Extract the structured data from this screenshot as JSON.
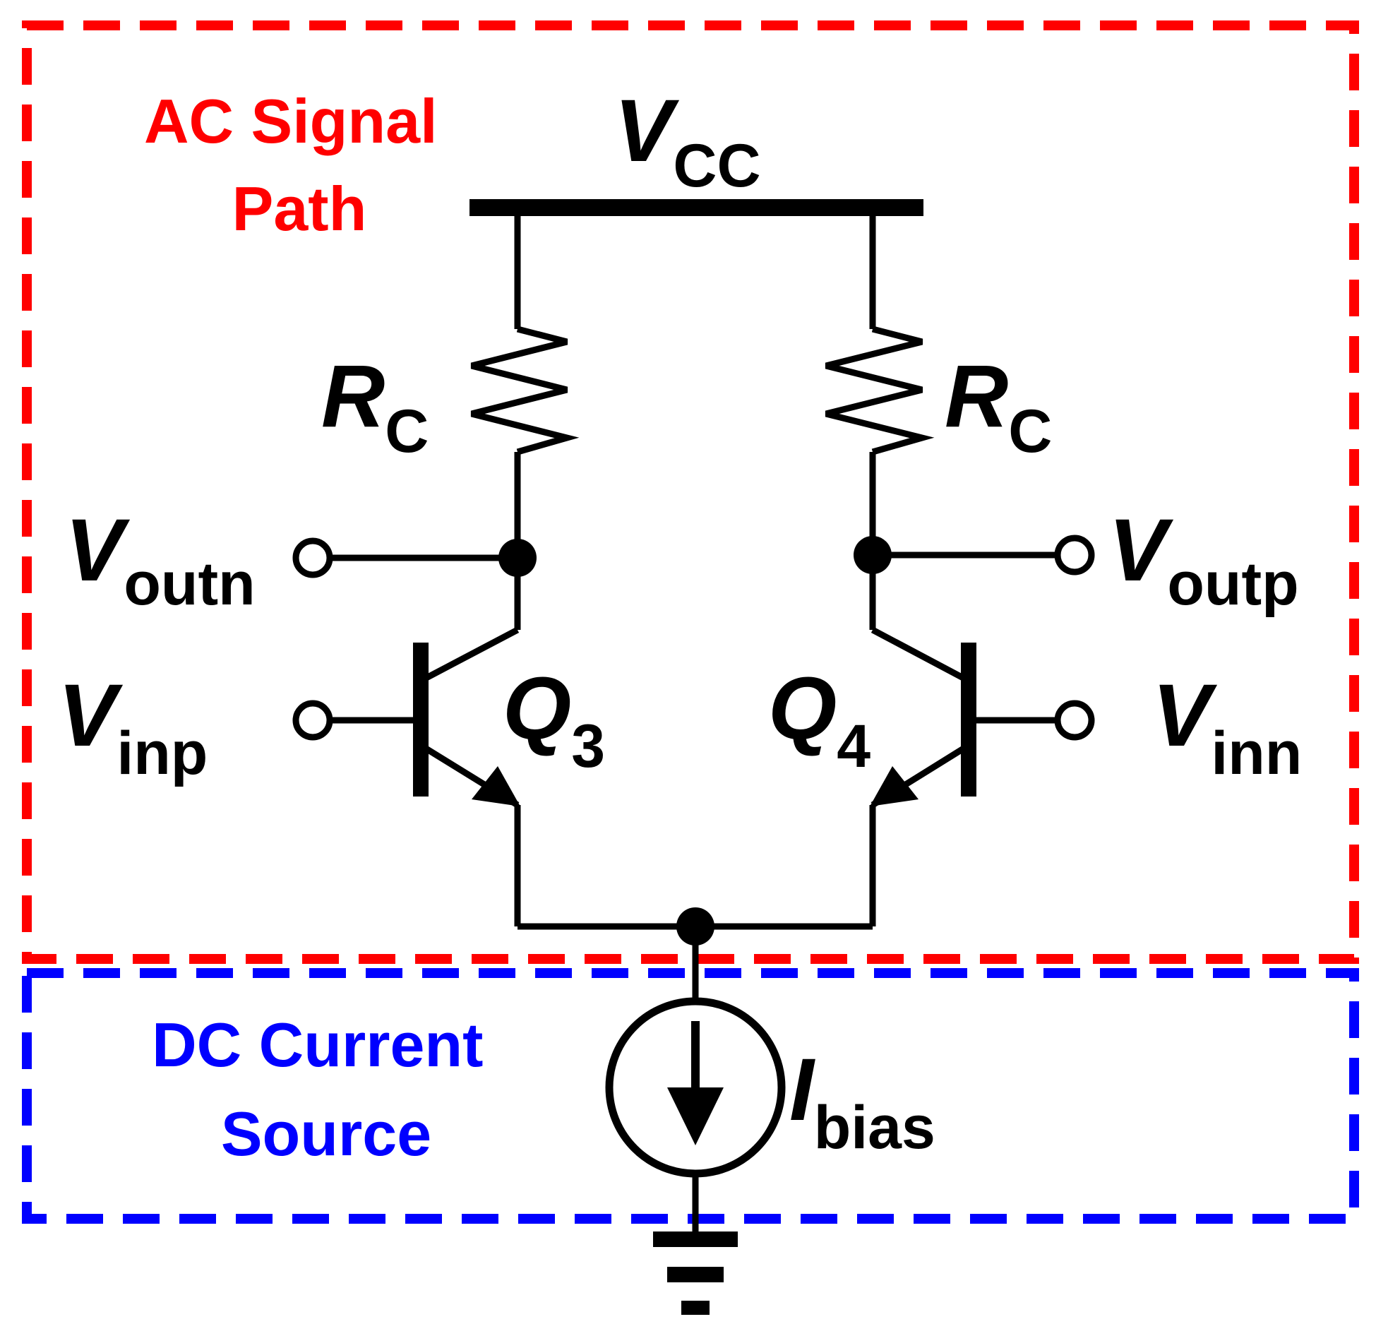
{
  "regions": {
    "ac": {
      "line1": "AC Signal",
      "line2": "Path",
      "color": "#ff0000"
    },
    "dc": {
      "line1": "DC Current",
      "line2": "Source",
      "color": "#0000ff"
    }
  },
  "labels": {
    "vcc": {
      "main": "V",
      "sub": "CC"
    },
    "rc_left": {
      "main": "R",
      "sub": "C"
    },
    "rc_right": {
      "main": "R",
      "sub": "C"
    },
    "voutn": {
      "main": "V",
      "sub": "outn"
    },
    "voutp": {
      "main": "V",
      "sub": "outp"
    },
    "vinp": {
      "main": "V",
      "sub": "inp"
    },
    "vinn": {
      "main": "V",
      "sub": "inn"
    },
    "q3": {
      "main": "Q",
      "sub": "3"
    },
    "q4": {
      "main": "Q",
      "sub": "4"
    },
    "ibias": {
      "main": "I",
      "sub": "bias"
    }
  },
  "colors": {
    "wire": "#000000",
    "ac_box": "#ff0000",
    "dc_box": "#0000ff"
  }
}
